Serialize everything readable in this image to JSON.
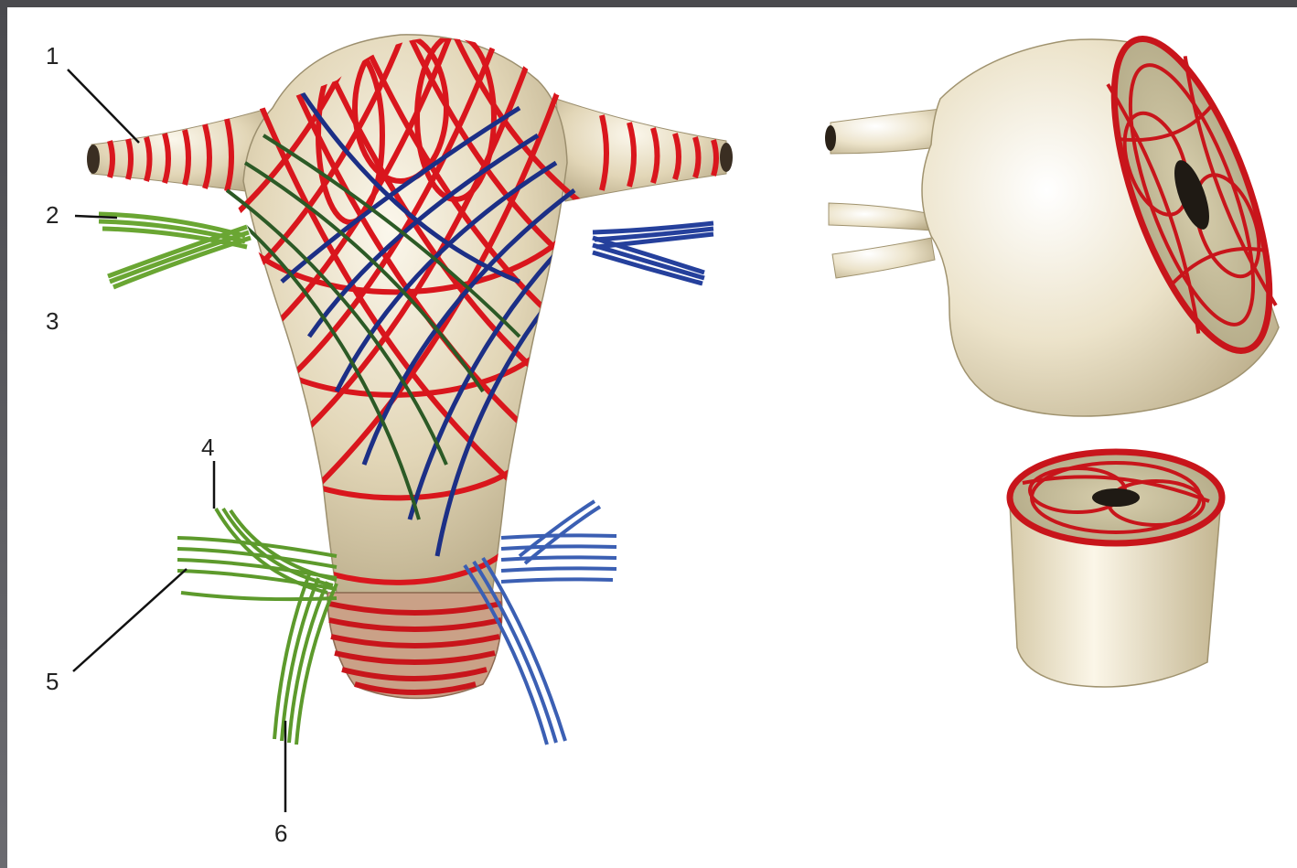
{
  "labels": {
    "l1": "1",
    "l2": "2",
    "l3": "3",
    "l4": "4",
    "l5": "5",
    "l6": "6"
  },
  "colors": {
    "tissue": "#e6dbc0",
    "circular_fibers": "#d9161d",
    "right_fibers": "#1c2f86",
    "left_fibers": "#5d9a2c",
    "leader": "#111111"
  }
}
